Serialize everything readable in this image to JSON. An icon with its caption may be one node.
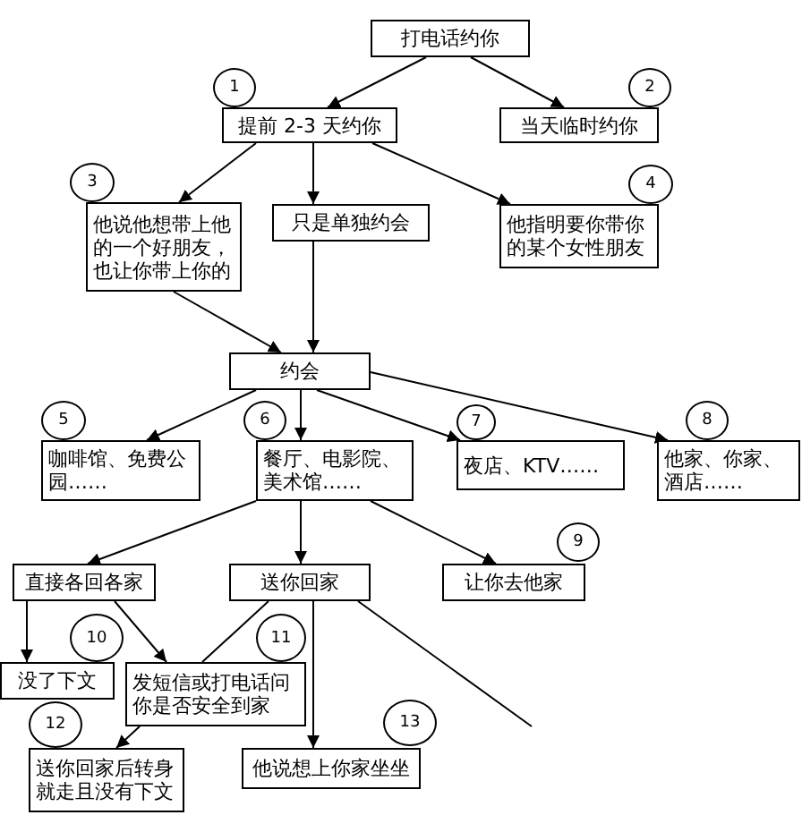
{
  "diagram": {
    "nodes": [
      {
        "text": [
          "打电话约你"
        ]
      },
      {
        "text": [
          "1"
        ]
      },
      {
        "text": [
          "提前 2-3 天约你"
        ]
      },
      {
        "text": [
          "2"
        ]
      },
      {
        "text": [
          "当天临时约你"
        ]
      },
      {
        "text": [
          "3"
        ]
      },
      {
        "text": [
          "他说他想带上他的一个好朋友，也让你带上你的"
        ]
      },
      {
        "text": [
          "只是单独约会"
        ]
      },
      {
        "text": [
          "4"
        ]
      },
      {
        "text": [
          "他指明要你带你的某个女性朋友"
        ]
      },
      {
        "text": [
          "约会"
        ]
      },
      {
        "text": [
          "5"
        ]
      },
      {
        "text": [
          "咖啡馆、免费公园……"
        ]
      },
      {
        "text": [
          "6"
        ]
      },
      {
        "text": [
          "餐厅、电影院、美术馆……"
        ]
      },
      {
        "text": [
          "7"
        ]
      },
      {
        "text": [
          "夜店、KTV……"
        ]
      },
      {
        "text": [
          "8"
        ]
      },
      {
        "text": [
          "他家、你家、酒店……"
        ]
      },
      {
        "text": [
          "直接各回各家"
        ]
      },
      {
        "text": [
          "送你回家"
        ]
      },
      {
        "text": [
          "9"
        ]
      },
      {
        "text": [
          "让你去他家"
        ]
      },
      {
        "text": [
          "10"
        ]
      },
      {
        "text": [
          "没了下文"
        ]
      },
      {
        "text": [
          "11"
        ]
      },
      {
        "text": [
          "发短信或打电话问你是否安全到家"
        ]
      },
      {
        "text": [
          "12"
        ]
      },
      {
        "text": [
          "送你回家后转身就走且没有下文"
        ]
      },
      {
        "text": [
          "13"
        ]
      },
      {
        "text": [
          "他说想上你家坐坐"
        ]
      }
    ],
    "edges": [
      {
        "from": 0,
        "to": 2,
        "arrow": "to"
      },
      {
        "from": 0,
        "to": 4,
        "arrow": "to"
      },
      {
        "from": 2,
        "to": 6,
        "arrow": "to"
      },
      {
        "from": 2,
        "to": 7,
        "arrow": "to"
      },
      {
        "from": 2,
        "to": 9,
        "arrow": "to"
      },
      {
        "from": 6,
        "to": 10,
        "arrow": "to"
      },
      {
        "from": 7,
        "to": 10,
        "arrow": "to"
      },
      {
        "from": 10,
        "to": 12,
        "arrow": "to"
      },
      {
        "from": 10,
        "to": 14,
        "arrow": "to"
      },
      {
        "from": 10,
        "to": 16,
        "arrow": "to"
      },
      {
        "from": 10,
        "to": 18,
        "arrow": "to"
      },
      {
        "from": 14,
        "to": 19,
        "arrow": "to"
      },
      {
        "from": 14,
        "to": 20,
        "arrow": "to"
      },
      {
        "from": 14,
        "to": 22,
        "arrow": "to"
      },
      {
        "from": 19,
        "to": 24,
        "arrow": "to"
      },
      {
        "from": 19,
        "to": 26,
        "arrow": "to"
      },
      {
        "from": 20,
        "to": 26,
        "arrow": "none"
      },
      {
        "from": 26,
        "to": 28,
        "arrow": "to"
      },
      {
        "from": 20,
        "to": 30,
        "arrow": "to"
      },
      {
        "from": 20,
        "to": null,
        "arrow": "none"
      }
    ]
  }
}
